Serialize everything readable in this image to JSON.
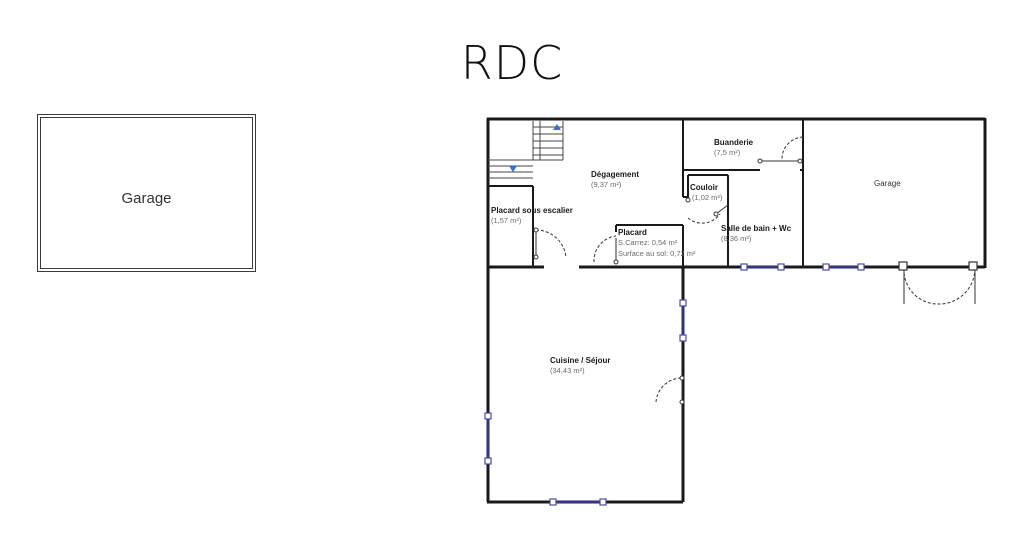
{
  "title": "RDC",
  "garage_detached": {
    "label": "Garage"
  },
  "rooms": {
    "placard_escalier": {
      "name": "Placard sous escalier",
      "area": "(1,57 m²)"
    },
    "degagement": {
      "name": "Dégagement",
      "area": "(9,37 m²)"
    },
    "buanderie": {
      "name": "Buanderie",
      "area": "(7,5 m²)"
    },
    "couloir": {
      "name": "Couloir",
      "area": "(1,02 m²)"
    },
    "placard": {
      "name": "Placard",
      "area": "S.Carrez: 0,54 m²",
      "area2": "Surface au sol: 0,72 m²"
    },
    "sdb": {
      "name": "Salle de bain + Wc",
      "area": "(8,36 m²)"
    },
    "garage": {
      "name": "Garage"
    },
    "cuisine": {
      "name": "Cuisine / Séjour",
      "area": "(34,43 m²)"
    }
  }
}
